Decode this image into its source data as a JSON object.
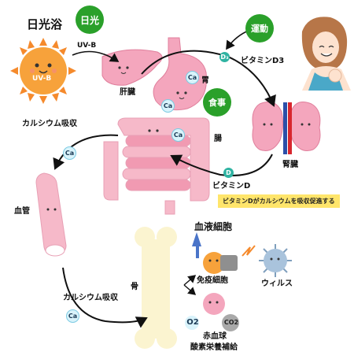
{
  "labels": {
    "sunbath": "日光浴",
    "sunlight": "日光",
    "exercise": "運動",
    "meal": "食事",
    "uvb_sun": "UV-B",
    "uvb_arrow": "UV-B",
    "liver": "肝臓",
    "stomach": "胃",
    "vitamin_d3": "ビタミンD3",
    "kidney": "腎臓",
    "intestine": "腸",
    "vitamin_d": "ビタミンD",
    "calcium_absorption_top": "カルシウム吸収",
    "calcium_absorption_bottom": "カルシウム吸収",
    "blood_vessel": "血管",
    "blood_cells": "血液細胞",
    "bone": "骨",
    "immune_cell": "免疫細胞",
    "virus": "ウィルス",
    "red_blood_cell": "赤血球",
    "oxygen_nutrition": "酸素栄養補給"
  },
  "note": "ビタミンDがカルシウムを吸収促進する",
  "badges": {
    "ca": "Ca",
    "d": "D",
    "d3": "D₃",
    "o2": "O2",
    "co2": "CO2"
  },
  "colors": {
    "sun": "#f7a23b",
    "organ_pink": "#f4a6bd",
    "intestine_pink": "#f6b9c9",
    "green_badge": "#2aa02a",
    "note_yellow": "#ffe56b"
  }
}
